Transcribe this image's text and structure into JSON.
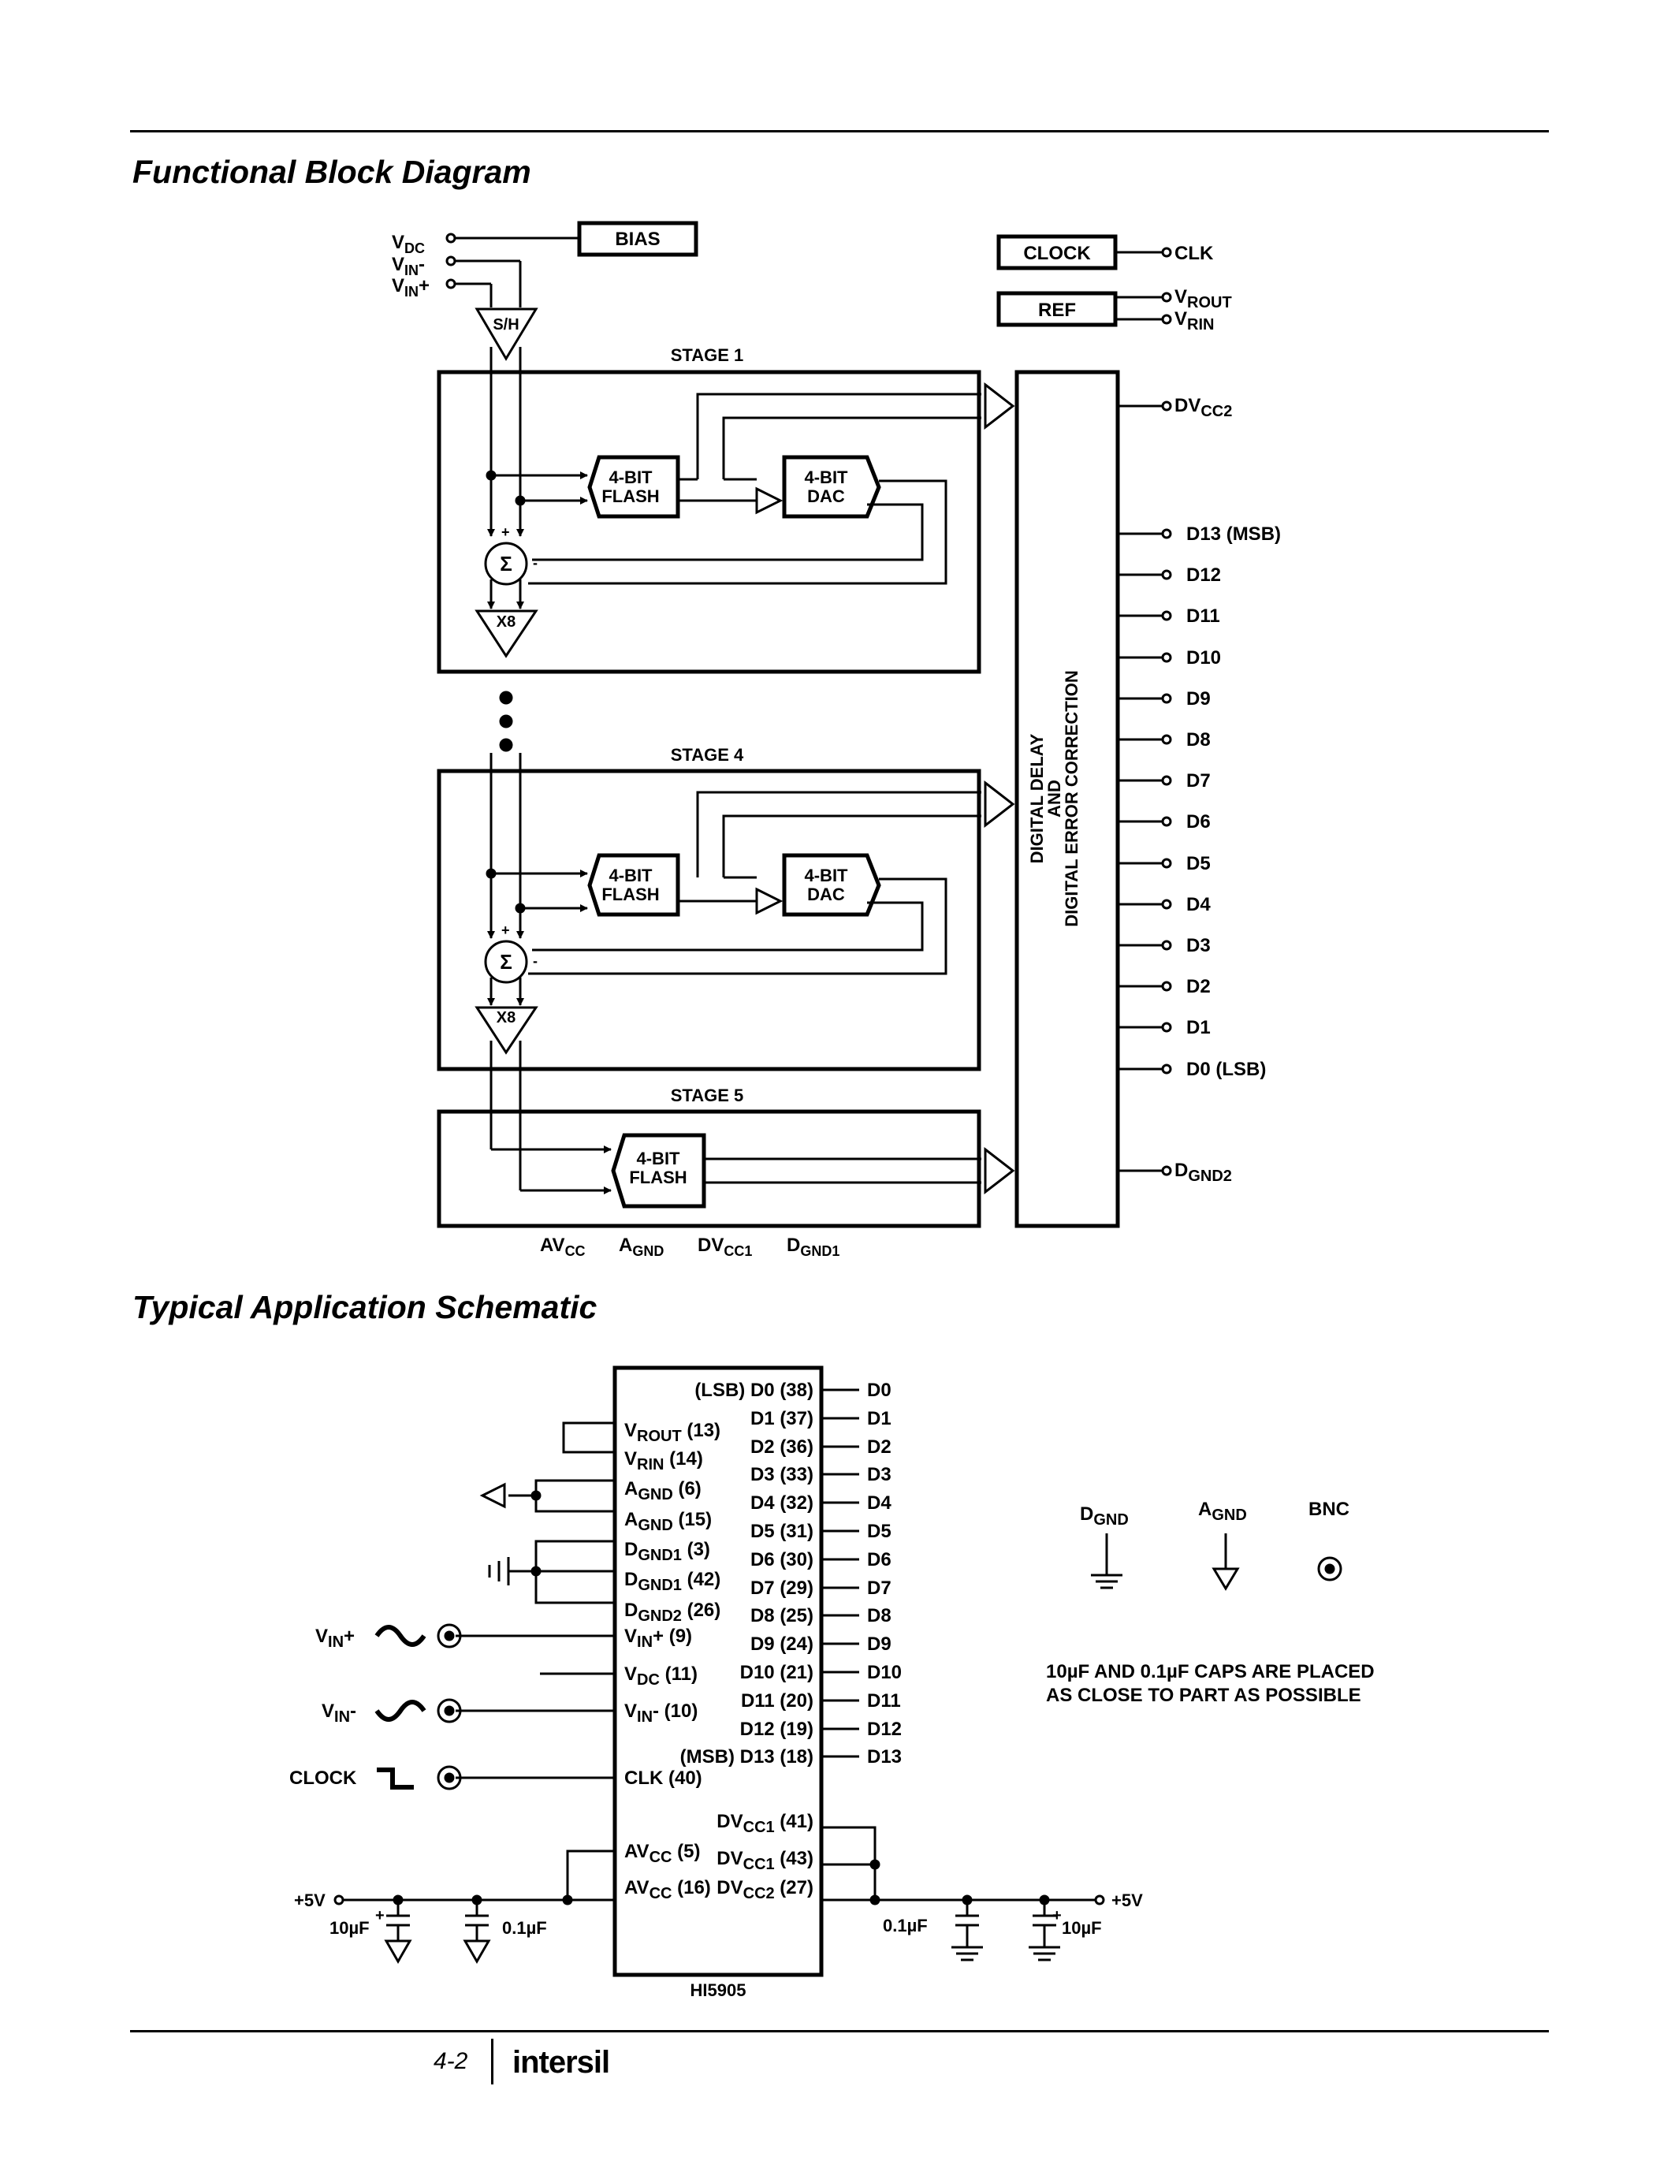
{
  "sections": {
    "block_diagram_title": "Functional Block Diagram",
    "schematic_title": "Typical Application Schematic"
  },
  "block_diagram": {
    "inputs": {
      "vdc": "V",
      "vdc_sub": "DC",
      "vinm": "V",
      "vinm_sub": "IN",
      "vinm_suf": "-",
      "vinp": "V",
      "vinp_sub": "IN",
      "vinp_suf": "+"
    },
    "bias": "BIAS",
    "clock": "CLOCK",
    "clk": "CLK",
    "ref": "REF",
    "vrout": "V",
    "vrout_sub": "ROUT",
    "vrin": "V",
    "vrin_sub": "RIN",
    "sh": "S/H",
    "stage1": "STAGE 1",
    "stage4": "STAGE 4",
    "stage5": "STAGE 5",
    "flash_l1": "4-BIT",
    "flash_l2": "FLASH",
    "dac_l1": "4-BIT",
    "dac_l2": "DAC",
    "sigma": "Σ",
    "plus": "+",
    "minus": "-",
    "x8": "X8",
    "dec_l1": "DIGITAL DELAY",
    "dec_l2": "AND",
    "dec_l3": "DIGITAL ERROR CORRECTION",
    "dvcc2": "DV",
    "dvcc2_sub": "CC2",
    "dgnd2": "D",
    "dgnd2_sub": "GND2",
    "outputs": [
      "D13 (MSB)",
      "D12",
      "D11",
      "D10",
      "D9",
      "D8",
      "D7",
      "D6",
      "D5",
      "D4",
      "D3",
      "D2",
      "D1",
      "D0 (LSB)"
    ],
    "bottom": {
      "avcc": "AV",
      "avcc_sub": "CC",
      "agnd": "A",
      "agnd_sub": "GND",
      "dvcc1": "DV",
      "dvcc1_sub": "CC1",
      "dgnd1": "D",
      "dgnd1_sub": "GND1"
    }
  },
  "schematic": {
    "right_pins": [
      {
        "label": "(LSB) D0 (38)",
        "net": "D0"
      },
      {
        "label": "D1 (37)",
        "net": "D1"
      },
      {
        "label": "D2 (36)",
        "net": "D2"
      },
      {
        "label": "D3 (33)",
        "net": "D3"
      },
      {
        "label": "D4 (32)",
        "net": "D4"
      },
      {
        "label": "D5 (31)",
        "net": "D5"
      },
      {
        "label": "D6 (30)",
        "net": "D6"
      },
      {
        "label": "D7 (29)",
        "net": "D7"
      },
      {
        "label": "D8 (25)",
        "net": "D8"
      },
      {
        "label": "D9 (24)",
        "net": "D9"
      },
      {
        "label": "D10 (21)",
        "net": "D10"
      },
      {
        "label": "D11 (20)",
        "net": "D11"
      },
      {
        "label": "D12 (19)",
        "net": "D12"
      },
      {
        "label": "(MSB) D13 (18)",
        "net": "D13"
      }
    ],
    "left_pins": {
      "vrout": {
        "main": "V",
        "sub": "ROUT",
        "suf": " (13)"
      },
      "vrin": {
        "main": "V",
        "sub": "RIN",
        "suf": " (14)"
      },
      "agnd6": {
        "main": "A",
        "sub": "GND",
        "suf": " (6)"
      },
      "agnd15": {
        "main": "A",
        "sub": "GND",
        "suf": " (15)"
      },
      "dgnd1_3": {
        "main": "D",
        "sub": "GND1",
        "suf": " (3)"
      },
      "dgnd1_42": {
        "main": "D",
        "sub": "GND1",
        "suf": " (42)"
      },
      "dgnd2_26": {
        "main": "D",
        "sub": "GND2",
        "suf": " (26)"
      },
      "vinp9": {
        "main": "V",
        "sub": "IN",
        "suf": "+ (9)"
      },
      "vdc11": {
        "main": "V",
        "sub": "DC",
        "suf": " (11)"
      },
      "vinm10": {
        "main": "V",
        "sub": "IN",
        "suf": "- (10)"
      },
      "clk40": "CLK (40)",
      "avcc5": {
        "main": "AV",
        "sub": "CC",
        "suf": " (5)"
      },
      "avcc16": {
        "main": "AV",
        "sub": "CC",
        "suf": " (16)"
      }
    },
    "power_pins": {
      "dvcc1_41": {
        "main": "DV",
        "sub": "CC1",
        "suf": " (41)"
      },
      "dvcc1_43": {
        "main": "DV",
        "sub": "CC1",
        "suf": " (43)"
      },
      "dvcc2_27": {
        "main": "DV",
        "sub": "CC2",
        "suf": " (27)"
      }
    },
    "chip_name": "HI5905",
    "ext": {
      "vinp": {
        "main": "V",
        "sub": "IN",
        "suf": "+"
      },
      "vinm": {
        "main": "V",
        "sub": "IN",
        "suf": "-"
      },
      "clock": "CLOCK",
      "plus5_left": "+5V",
      "plus5_right": "+5V",
      "cap10_left": "10µF",
      "cap01_left": "0.1µF",
      "cap01_right": "0.1µF",
      "cap10_right": "10µF",
      "plus": "+"
    },
    "legend": {
      "dgnd": {
        "main": "D",
        "sub": "GND"
      },
      "agnd": {
        "main": "A",
        "sub": "GND"
      },
      "bnc": "BNC"
    },
    "note_l1": "10µF AND 0.1µF CAPS ARE PLACED",
    "note_l2": "AS CLOSE TO PART AS POSSIBLE"
  },
  "footer": {
    "page_number": "4-2",
    "logo": "intersil"
  }
}
